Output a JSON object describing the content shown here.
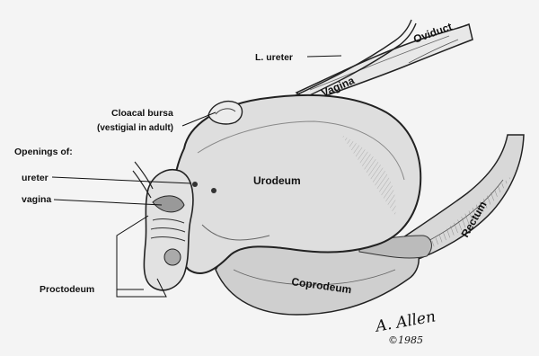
{
  "labels": {
    "oviduct": "Oviduct",
    "l_ureter": "L. ureter",
    "vagina_tube": "Vagina",
    "cloacal_bursa": "Cloacal bursa",
    "vestigial": "(vestigial in adult)",
    "openings_of": "Openings of:",
    "ureter": "ureter",
    "vagina": "vagina",
    "urodeum": "Urodeum",
    "rectum": "Rectum",
    "coprodeum": "Coprodeum",
    "proctodeum": "Proctodeum"
  },
  "signature": {
    "name": "A. Allen",
    "copyright": "©1985"
  }
}
